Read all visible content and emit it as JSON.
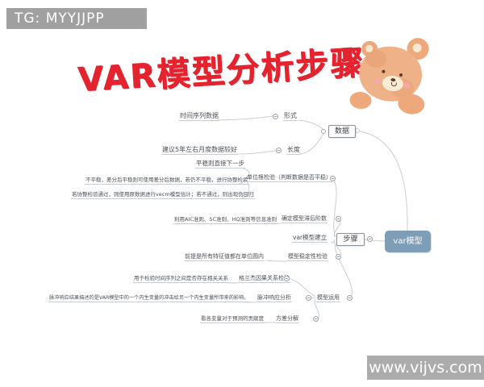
{
  "banner": {
    "text": "TG: MYYJJPP"
  },
  "title": {
    "text": "VAR模型分析步骤"
  },
  "watermark": {
    "text": "www.vijvs.com"
  },
  "colors": {
    "title_red": "#e4232f",
    "banner_gray": "#a0a0a0",
    "watermark_gray": "#acacac",
    "root_blue": "#7e9db6",
    "line_gray": "#c8cdd3",
    "text_gray": "#4b5056",
    "bear_brown": "#efb187"
  },
  "icons": {
    "collapse": "minus-in-circle",
    "junction": "open-circle"
  },
  "mindmap": {
    "root": "var模型",
    "branches": {
      "data": "数据",
      "steps": "步骤"
    },
    "nodes": {
      "form": "形式",
      "form_child": "时间序列数据",
      "length": "长度",
      "length_child": "建议5年左右月度数据较好",
      "unit_root": "单位根检验（判断数据是否平稳）",
      "unit_root_c1": "平稳则直接下一步",
      "unit_root_c2": "不平稳，差分后平稳则可使用差分后数据，若仍不平稳，进行协整检验",
      "unit_root_c3": "若协整检验通过，则使用原数据进行vecm模型估计；若不通过，则出现伪回归",
      "lag": "确定模型滞后阶数",
      "lag_child": "利用AIC准则、SC准则、HQ准则等信息准则",
      "var_build": "var模型建立",
      "stability": "模型稳定性检验",
      "stability_child": "前提是所有特征值都在单位圆内",
      "model_use": "模型运用",
      "granger": "格兰杰因果关系检验",
      "granger_child": "用于检验时间序列之间是否存在相关关系",
      "impulse": "脉冲响应分析",
      "impulse_child": "脉冲响应结果描述的是VAR模型中的一个内生变量的冲击给另一个内生变量所带来的影响。",
      "variance": "方差分解",
      "variance_child": "看各变量对于预测的贡献度"
    }
  }
}
